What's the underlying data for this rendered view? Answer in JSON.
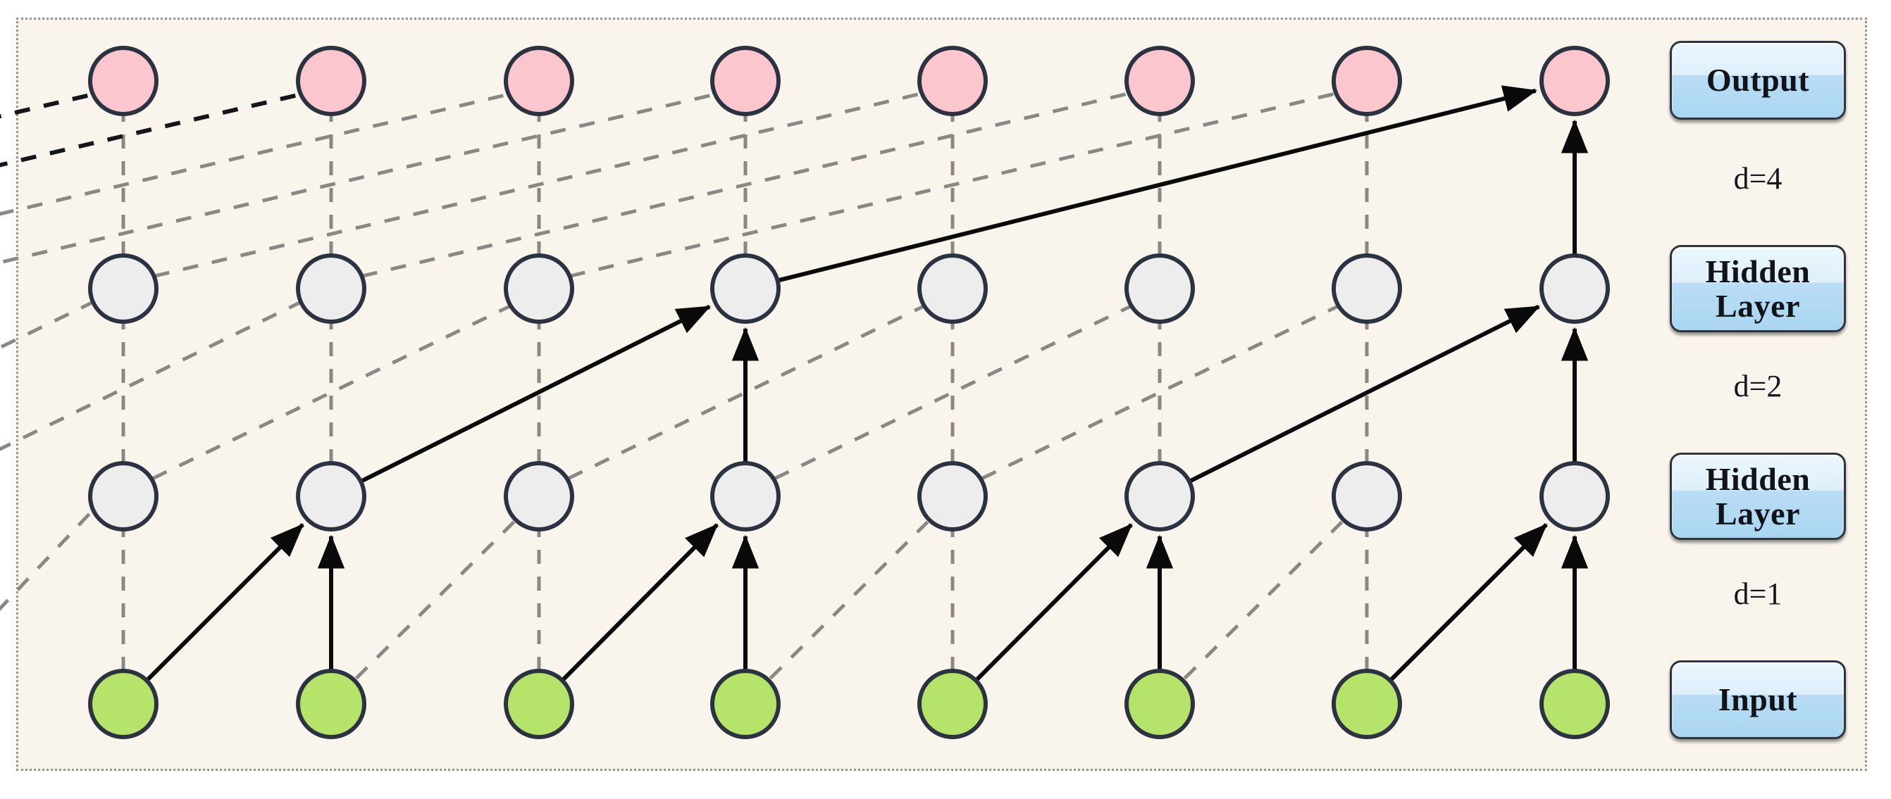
{
  "figure": {
    "title": "Dilated causal convolution network",
    "background_color": "#faf5ec",
    "border_color": "#9a968e"
  },
  "layer_buttons": [
    {
      "id": "output",
      "label": "Output",
      "row": 0
    },
    {
      "id": "hidden2",
      "label": "Hidden Layer",
      "row": 1
    },
    {
      "id": "hidden1",
      "label": "Hidden Layer",
      "row": 2
    },
    {
      "id": "input",
      "label": "Input",
      "row": 3
    }
  ],
  "dilation_labels": [
    {
      "id": "d4",
      "label": "d=4",
      "between": [
        "output",
        "hidden2"
      ]
    },
    {
      "id": "d2",
      "label": "d=2",
      "between": [
        "hidden2",
        "hidden1"
      ]
    },
    {
      "id": "d1",
      "label": "d=1",
      "between": [
        "hidden1",
        "input"
      ]
    }
  ],
  "node_colors": {
    "output": "#fbc6cd",
    "hidden": "#ededee",
    "input": "#b6e36a",
    "stroke": "#2b3240"
  },
  "edge_colors": {
    "active": "#0a0a0a",
    "inactive": "#8a8883",
    "inactive_dark": "#15161a"
  },
  "network": {
    "columns": 8,
    "rows": [
      "output",
      "hidden2",
      "hidden1",
      "input"
    ],
    "column_x": [
      175,
      470,
      765,
      1058,
      1352,
      1646,
      1940,
      2235
    ],
    "row_y": [
      115,
      410,
      705,
      1000
    ],
    "node_radius": 47,
    "receptive_field_path": [
      {
        "from_row": "input",
        "from_col": 0,
        "to_row": "hidden1",
        "to_col": 1
      },
      {
        "from_row": "input",
        "from_col": 1,
        "to_row": "hidden1",
        "to_col": 1
      },
      {
        "from_row": "input",
        "from_col": 2,
        "to_row": "hidden1",
        "to_col": 3
      },
      {
        "from_row": "input",
        "from_col": 3,
        "to_row": "hidden1",
        "to_col": 3
      },
      {
        "from_row": "input",
        "from_col": 4,
        "to_row": "hidden1",
        "to_col": 5
      },
      {
        "from_row": "input",
        "from_col": 5,
        "to_row": "hidden1",
        "to_col": 5
      },
      {
        "from_row": "input",
        "from_col": 6,
        "to_row": "hidden1",
        "to_col": 7
      },
      {
        "from_row": "input",
        "from_col": 7,
        "to_row": "hidden1",
        "to_col": 7
      },
      {
        "from_row": "hidden1",
        "from_col": 1,
        "to_row": "hidden2",
        "to_col": 3
      },
      {
        "from_row": "hidden1",
        "from_col": 3,
        "to_row": "hidden2",
        "to_col": 3
      },
      {
        "from_row": "hidden1",
        "from_col": 5,
        "to_row": "hidden2",
        "to_col": 7
      },
      {
        "from_row": "hidden1",
        "from_col": 7,
        "to_row": "hidden2",
        "to_col": 7
      },
      {
        "from_row": "hidden2",
        "from_col": 3,
        "to_row": "output",
        "to_col": 7
      },
      {
        "from_row": "hidden2",
        "from_col": 7,
        "to_row": "output",
        "to_col": 7
      }
    ]
  }
}
